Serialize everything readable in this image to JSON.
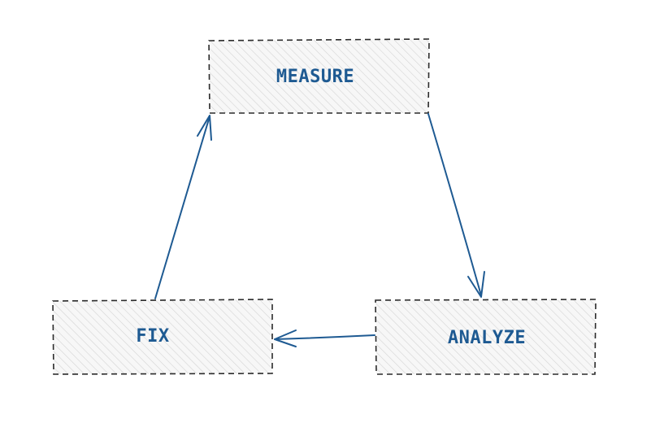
{
  "diagram": {
    "nodes": {
      "measure": {
        "label": "MEASURE"
      },
      "analyze": {
        "label": "ANALYZE"
      },
      "fix": {
        "label": "FIX"
      }
    },
    "edges": [
      {
        "from": "MEASURE",
        "to": "ANALYZE"
      },
      {
        "from": "ANALYZE",
        "to": "FIX"
      },
      {
        "from": "FIX",
        "to": "MEASURE"
      }
    ]
  },
  "colors": {
    "stroke": "#1e5a92",
    "text": "#1e5a92",
    "box_border": "#2b2b2b",
    "hatch": "#d4d4d4",
    "box_fill": "#f7f7f7"
  }
}
